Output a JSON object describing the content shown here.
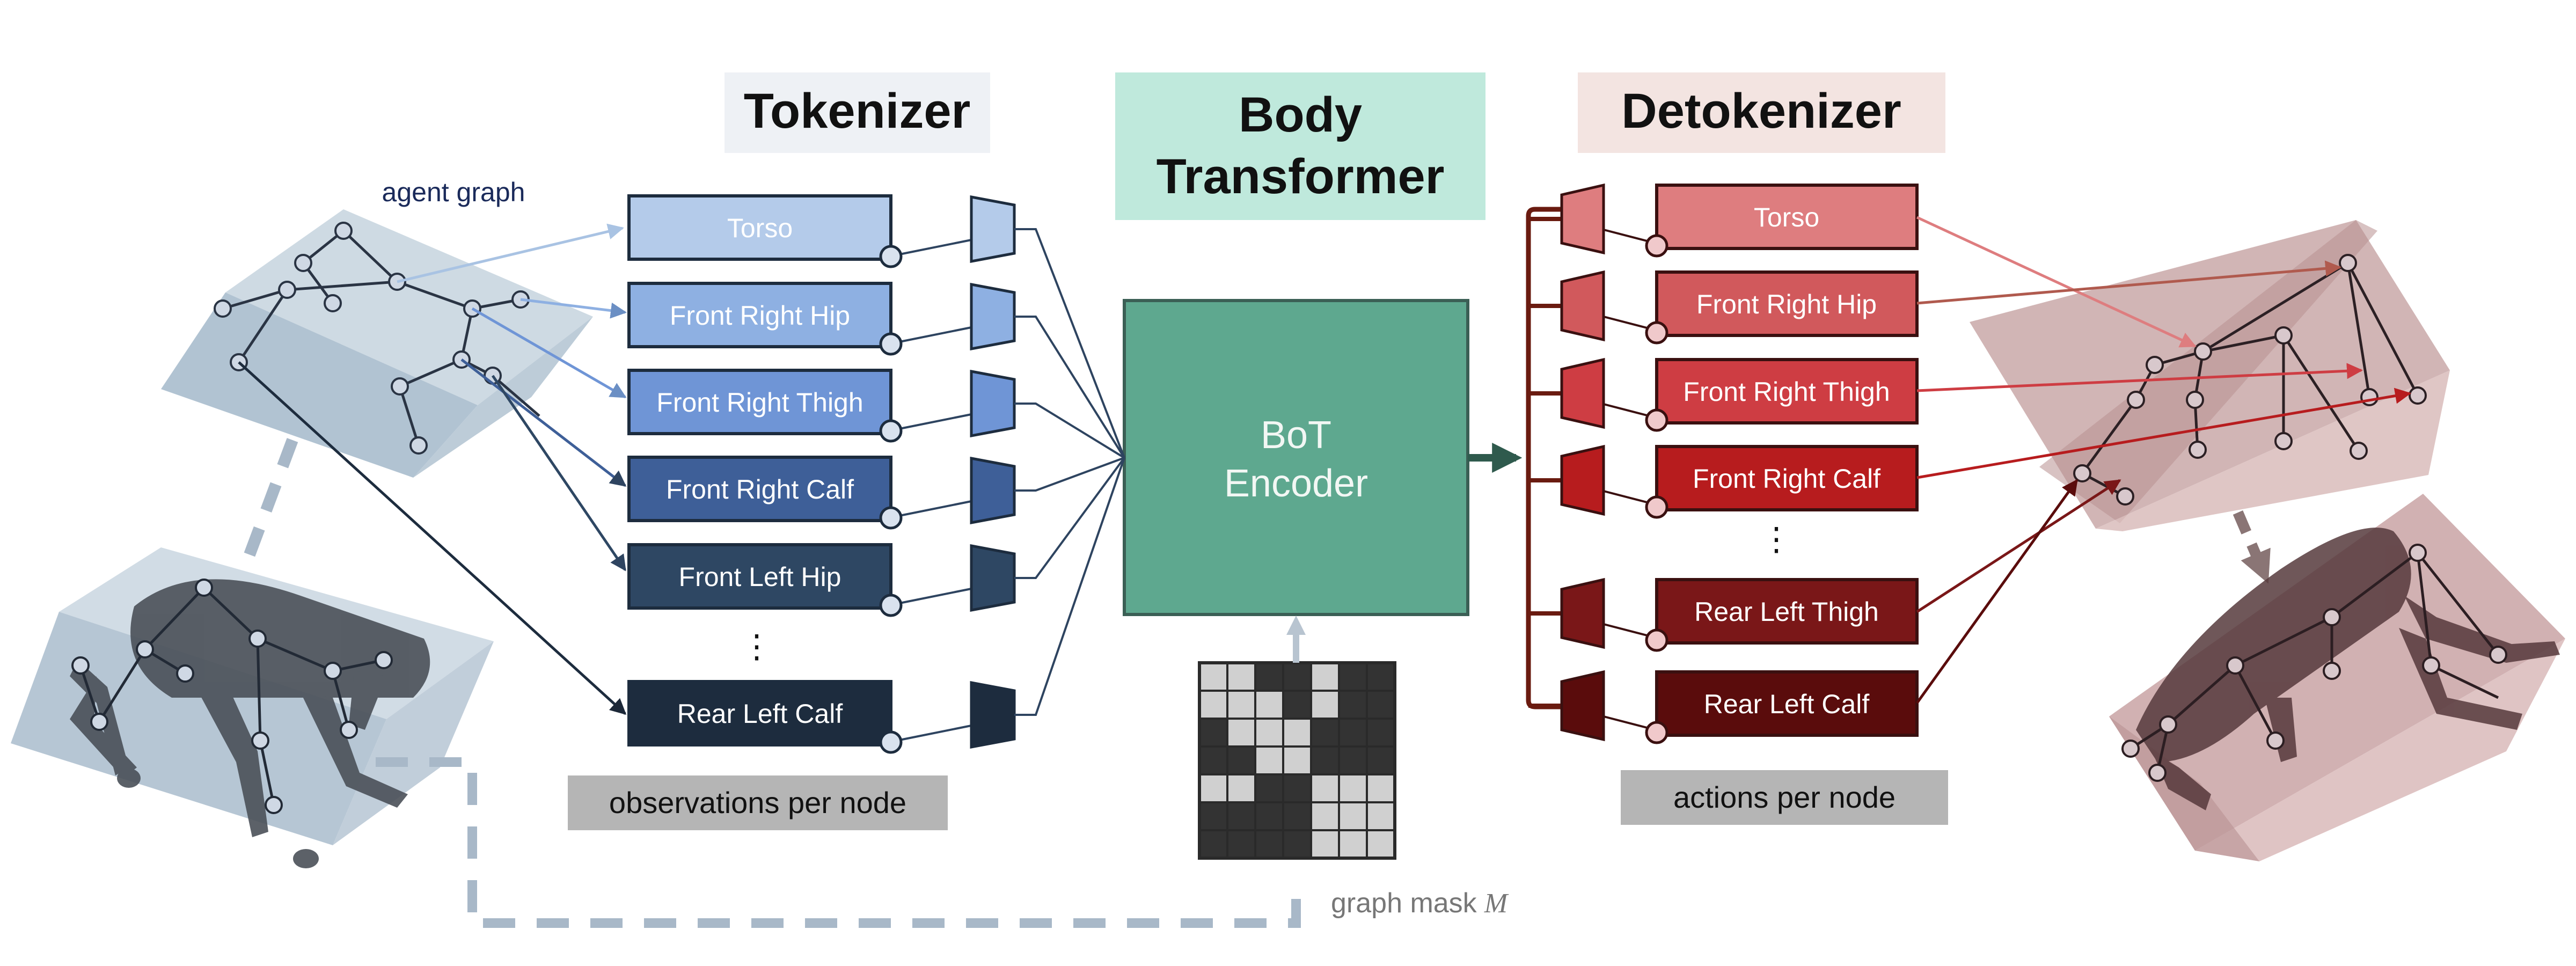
{
  "titles": {
    "tokenizer": "Tokenizer",
    "body_transformer_line1": "Body",
    "body_transformer_line2": "Transformer",
    "detokenizer": "Detokenizer"
  },
  "encoder": {
    "line1": "BoT",
    "line2": "Encoder"
  },
  "captions": {
    "agent_graph": "agent graph",
    "observations": "observations per node",
    "actions": "actions per node",
    "graph_mask": "graph mask",
    "graph_mask_symbol": "M",
    "ellipsis": "⋮"
  },
  "tokenizer_nodes": [
    {
      "label": "Torso",
      "fill": "#b4cbea",
      "text": "#ffffff"
    },
    {
      "label": "Front Right Hip",
      "fill": "#8eb0e2",
      "text": "#ffffff"
    },
    {
      "label": "Front Right Thigh",
      "fill": "#6f95d6",
      "text": "#ffffff"
    },
    {
      "label": "Front Right Calf",
      "fill": "#3e5f98",
      "text": "#ffffff"
    },
    {
      "label": "Front Left Hip",
      "fill": "#2e4763",
      "text": "#ffffff"
    },
    {
      "label": "Rear Left Calf",
      "fill": "#1d2c3e",
      "text": "#ffffff"
    }
  ],
  "detokenizer_nodes": [
    {
      "label": "Torso",
      "fill": "#de7d7f",
      "text": "#ffffff"
    },
    {
      "label": "Front Right Hip",
      "fill": "#d1595c",
      "text": "#ffffff"
    },
    {
      "label": "Front Right Thigh",
      "fill": "#ce3d43",
      "text": "#ffffff"
    },
    {
      "label": "Front Right Calf",
      "fill": "#b71c1e",
      "text": "#ffffff"
    },
    {
      "label": "Rear Left Thigh",
      "fill": "#7a1718",
      "text": "#ffffff"
    },
    {
      "label": "Rear Left Calf",
      "fill": "#5a0c0c",
      "text": "#ffffff"
    }
  ],
  "graph_mask": [
    [
      1,
      1,
      0,
      0,
      1,
      0,
      0
    ],
    [
      1,
      1,
      1,
      0,
      1,
      0,
      0
    ],
    [
      0,
      1,
      1,
      1,
      0,
      0,
      0
    ],
    [
      0,
      0,
      1,
      1,
      0,
      0,
      0
    ],
    [
      1,
      1,
      0,
      0,
      1,
      1,
      1
    ],
    [
      0,
      0,
      0,
      0,
      1,
      1,
      1
    ],
    [
      0,
      0,
      0,
      0,
      1,
      1,
      1
    ]
  ],
  "colors": {
    "tokenizer_title_bg": "#eef1f5",
    "transformer_title_bg": "#bfe9dc",
    "detokenizer_title_bg": "#f3e4e1",
    "encoder_fill": "#5ea88f",
    "encoder_border": "#3b5f55",
    "caption_bg": "#b5b5b5",
    "blue_box": "#a8bccd",
    "red_box": "#c49b9c",
    "mask_dark": "#333333",
    "mask_light": "#d0d0d0"
  }
}
